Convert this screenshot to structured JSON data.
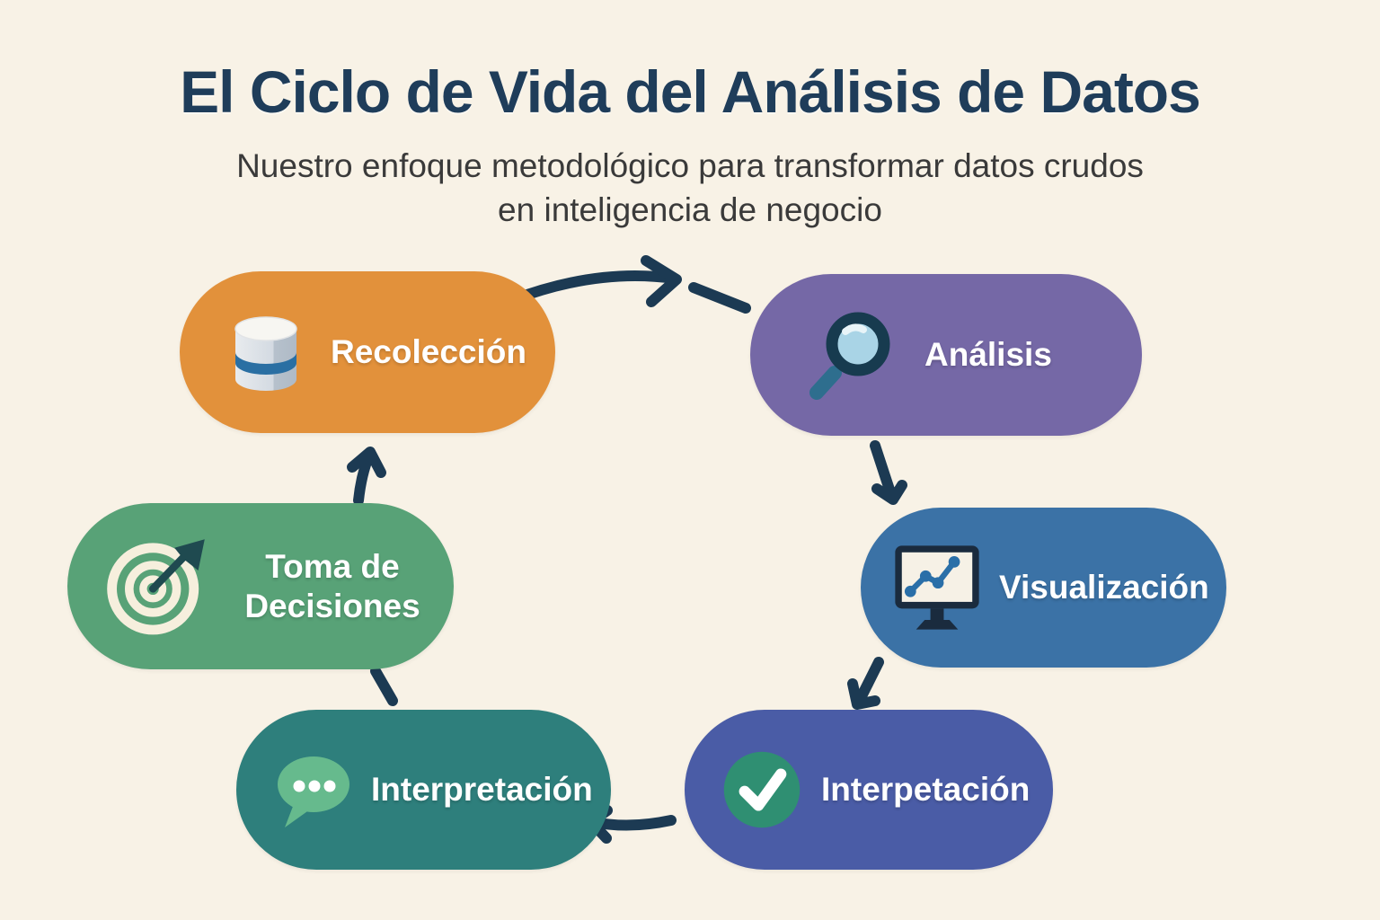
{
  "title": "El Ciclo de Vida del Análisis de Datos",
  "subtitle_line1": "Nuestro enfoque metodológico para transformar datos crudos",
  "subtitle_line2": "en inteligencia de negocio",
  "stages": [
    {
      "id": "recoleccion",
      "label": "Recolección",
      "color": "#E2913B",
      "icon": "database-icon"
    },
    {
      "id": "analisis",
      "label": "Análisis",
      "color": "#7568A6",
      "icon": "magnifier-icon"
    },
    {
      "id": "visualizacion",
      "label": "Visualización",
      "color": "#3B72A6",
      "icon": "monitor-chart-icon"
    },
    {
      "id": "interpetacion",
      "label": "Interpetación",
      "color": "#4A5CA6",
      "icon": "checkmark-icon"
    },
    {
      "id": "interpretacion",
      "label": "Interpretación",
      "color": "#2E7F7C",
      "icon": "speech-bubble-icon"
    },
    {
      "id": "toma-decisiones",
      "label": "Toma de Decisiones",
      "color": "#58A277",
      "icon": "target-icon"
    }
  ],
  "connections": [
    {
      "from": "Recolección",
      "to": "Análisis"
    },
    {
      "from": "Análisis",
      "to": "Visualización"
    },
    {
      "from": "Visualización",
      "to": "Interpetación"
    },
    {
      "from": "Interpetación",
      "to": "Interpretación"
    },
    {
      "from": "Interpretación",
      "to": "Toma de Decisiones"
    },
    {
      "from": "Toma de Decisiones",
      "to": "Recolección"
    }
  ],
  "colors": {
    "background": "#F8F2E6",
    "title_text": "#1F3D5A",
    "subtitle_text": "#3A3A3A",
    "stage_label_text": "#FFFFFF",
    "arrow": "#1C3A53"
  }
}
